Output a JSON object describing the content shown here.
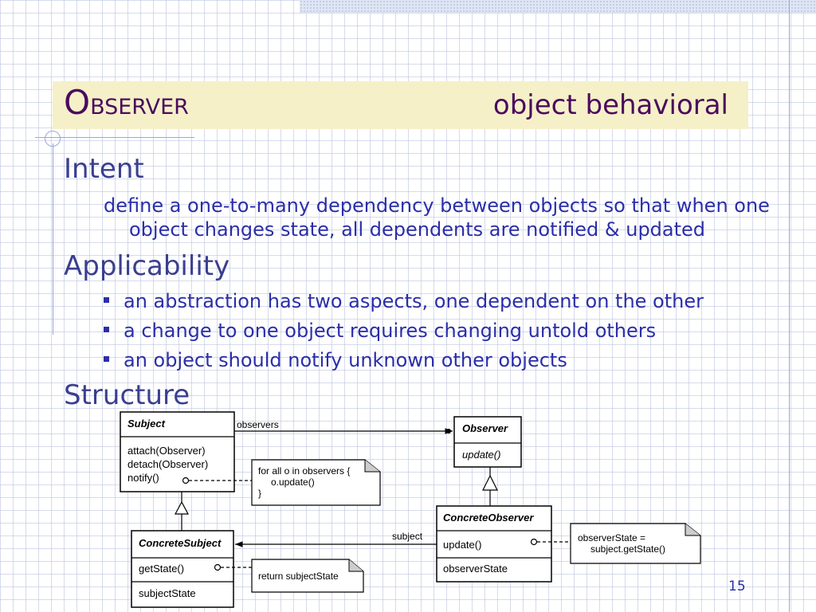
{
  "slide": {
    "title_initial": "O",
    "title_rest": "BSERVER",
    "title_category": "object behavioral",
    "page_number": "15"
  },
  "intent": {
    "heading": "Intent",
    "text_line1": "define a one-to-many dependency between objects so that when one",
    "text_line2": "object changes state, all dependents are notified & updated"
  },
  "applicability": {
    "heading": "Applicability",
    "items": [
      "an abstraction has two aspects, one dependent on the other",
      "a change to one object requires changing untold others",
      "an object should notify unknown other objects"
    ]
  },
  "structure": {
    "heading": "Structure",
    "subject": {
      "name": "Subject",
      "ops": [
        "attach(Observer)",
        "detach(Observer)",
        "notify()"
      ]
    },
    "observer": {
      "name": "Observer",
      "op": "update()"
    },
    "concrete_observer": {
      "name": "ConcreteObserver",
      "op": "update()",
      "attr": "observerState"
    },
    "concrete_subject": {
      "name": "ConcreteSubject",
      "op": "getState()",
      "attr": "subjectState"
    },
    "assoc_observers": "observers",
    "assoc_subject": "subject",
    "note_notify": [
      "for all o in observers {",
      "o.update()",
      "}"
    ],
    "note_update": [
      "observerState =",
      "subject.getState()"
    ],
    "note_getstate": "return subjectState"
  }
}
